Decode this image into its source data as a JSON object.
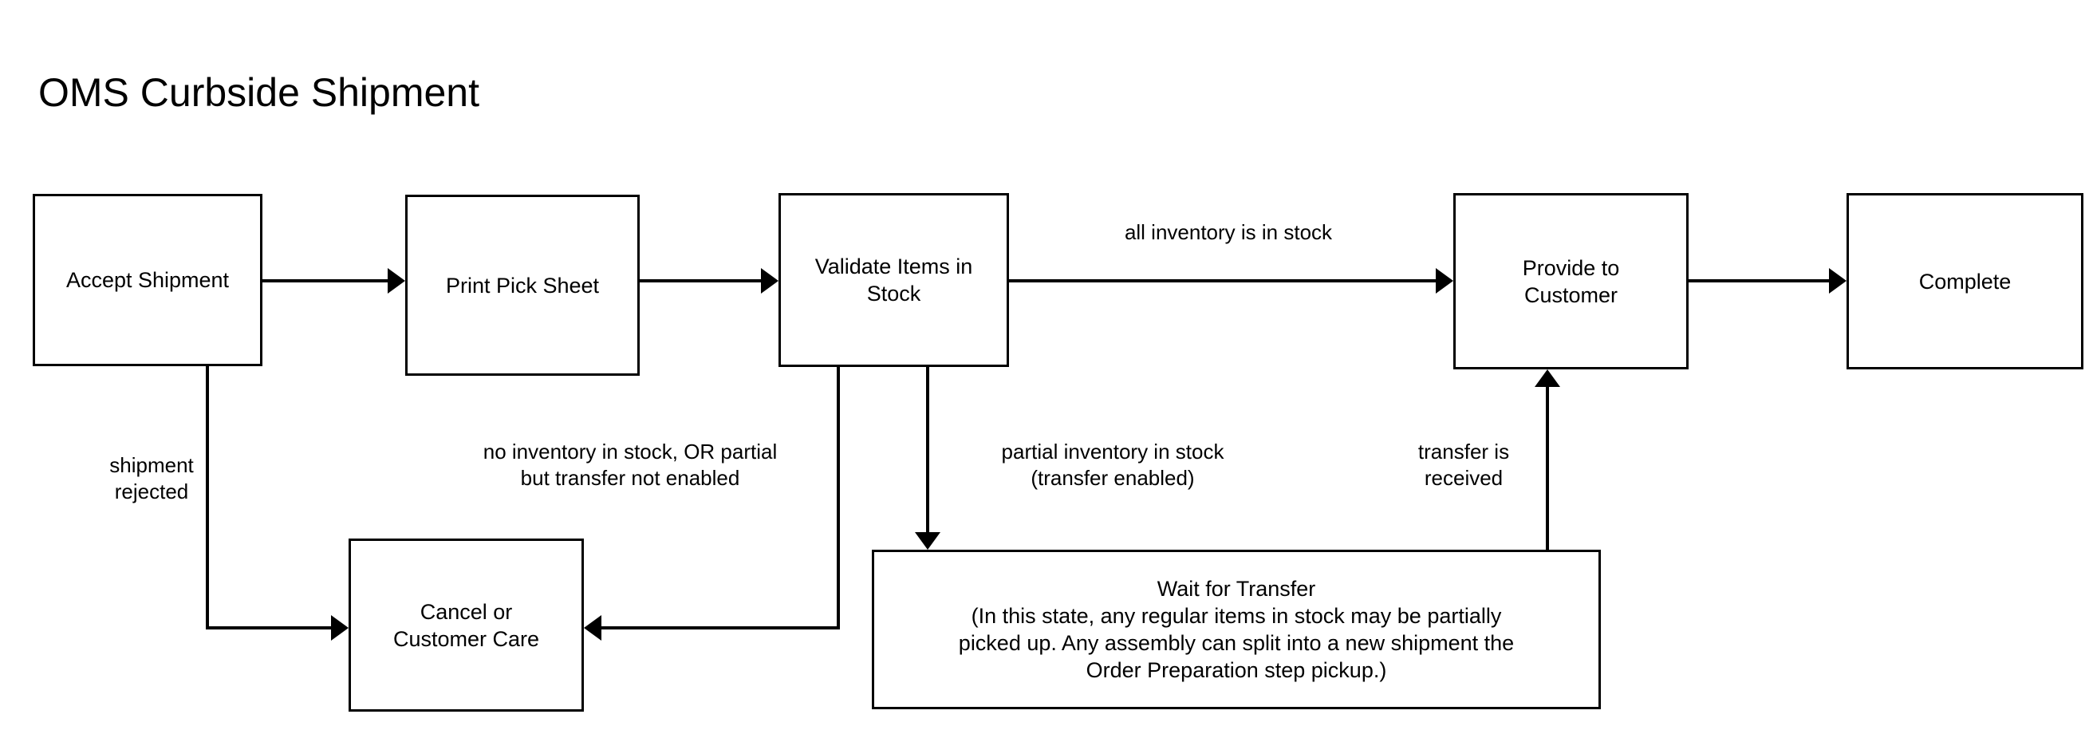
{
  "diagram": {
    "title": "OMS Curbside Shipment",
    "type": "flowchart",
    "background_color": "#ffffff",
    "line_color": "#000000",
    "text_color": "#000000",
    "nodes": [
      {
        "id": "accept-shipment",
        "label": "Accept Shipment"
      },
      {
        "id": "print-pick-sheet",
        "label": "Print Pick Sheet"
      },
      {
        "id": "validate-items",
        "label": "Validate Items in\nStock"
      },
      {
        "id": "provide-to-customer",
        "label": "Provide to\nCustomer"
      },
      {
        "id": "complete",
        "label": "Complete"
      },
      {
        "id": "cancel-customer-care",
        "label": "Cancel or\nCustomer Care"
      },
      {
        "id": "wait-for-transfer",
        "label": "Wait for Transfer\n(In this state, any regular items in stock may be partially\npicked up. Any assembly can split into a new shipment the\nOrder Preparation step pickup.)"
      }
    ],
    "edges": [
      {
        "id": "accept-to-print",
        "from": "accept-shipment",
        "to": "print-pick-sheet",
        "label": ""
      },
      {
        "id": "print-to-validate",
        "from": "print-pick-sheet",
        "to": "validate-items",
        "label": ""
      },
      {
        "id": "validate-to-provide",
        "from": "validate-items",
        "to": "provide-to-customer",
        "label": "all inventory is in stock"
      },
      {
        "id": "provide-to-complete",
        "from": "provide-to-customer",
        "to": "complete",
        "label": ""
      },
      {
        "id": "accept-to-cancel",
        "from": "accept-shipment",
        "to": "cancel-customer-care",
        "label": "shipment\nrejected"
      },
      {
        "id": "validate-to-cancel",
        "from": "validate-items",
        "to": "cancel-customer-care",
        "label": "no inventory in stock, OR partial\nbut transfer not enabled"
      },
      {
        "id": "validate-to-wait",
        "from": "validate-items",
        "to": "wait-for-transfer",
        "label": "partial inventory in stock\n(transfer enabled)"
      },
      {
        "id": "wait-to-provide",
        "from": "wait-for-transfer",
        "to": "provide-to-customer",
        "label": "transfer is\nreceived"
      }
    ]
  }
}
